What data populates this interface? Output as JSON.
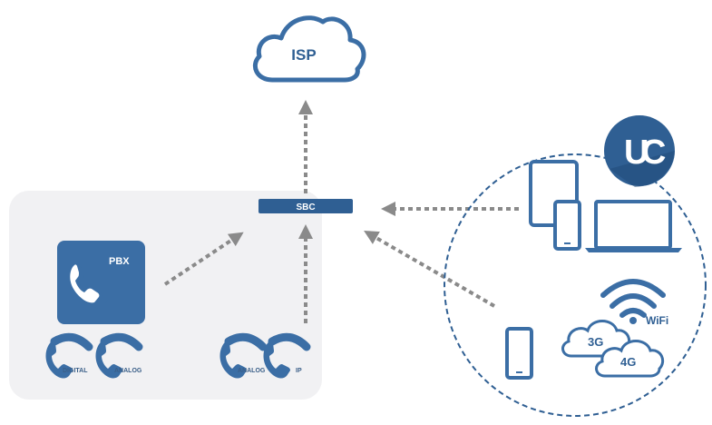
{
  "isp": {
    "label": "ISP"
  },
  "sbc": {
    "label": "SBC"
  },
  "pbx": {
    "label": "PBX"
  },
  "phones": [
    {
      "label": "DIGITAL"
    },
    {
      "label": "ANALOG"
    },
    {
      "label": "ANALOG"
    },
    {
      "label": "IP"
    }
  ],
  "uc": {
    "label_u": "U",
    "label_c": "C"
  },
  "network": {
    "wifi": "WiFi",
    "g3": "3G",
    "g4": "4G"
  },
  "colors": {
    "brand_blue": "#3b6ea5",
    "dark_blue": "#2f5f93",
    "light_panel": "#f1f1f3",
    "arrow_gray": "#8a8a8a"
  }
}
